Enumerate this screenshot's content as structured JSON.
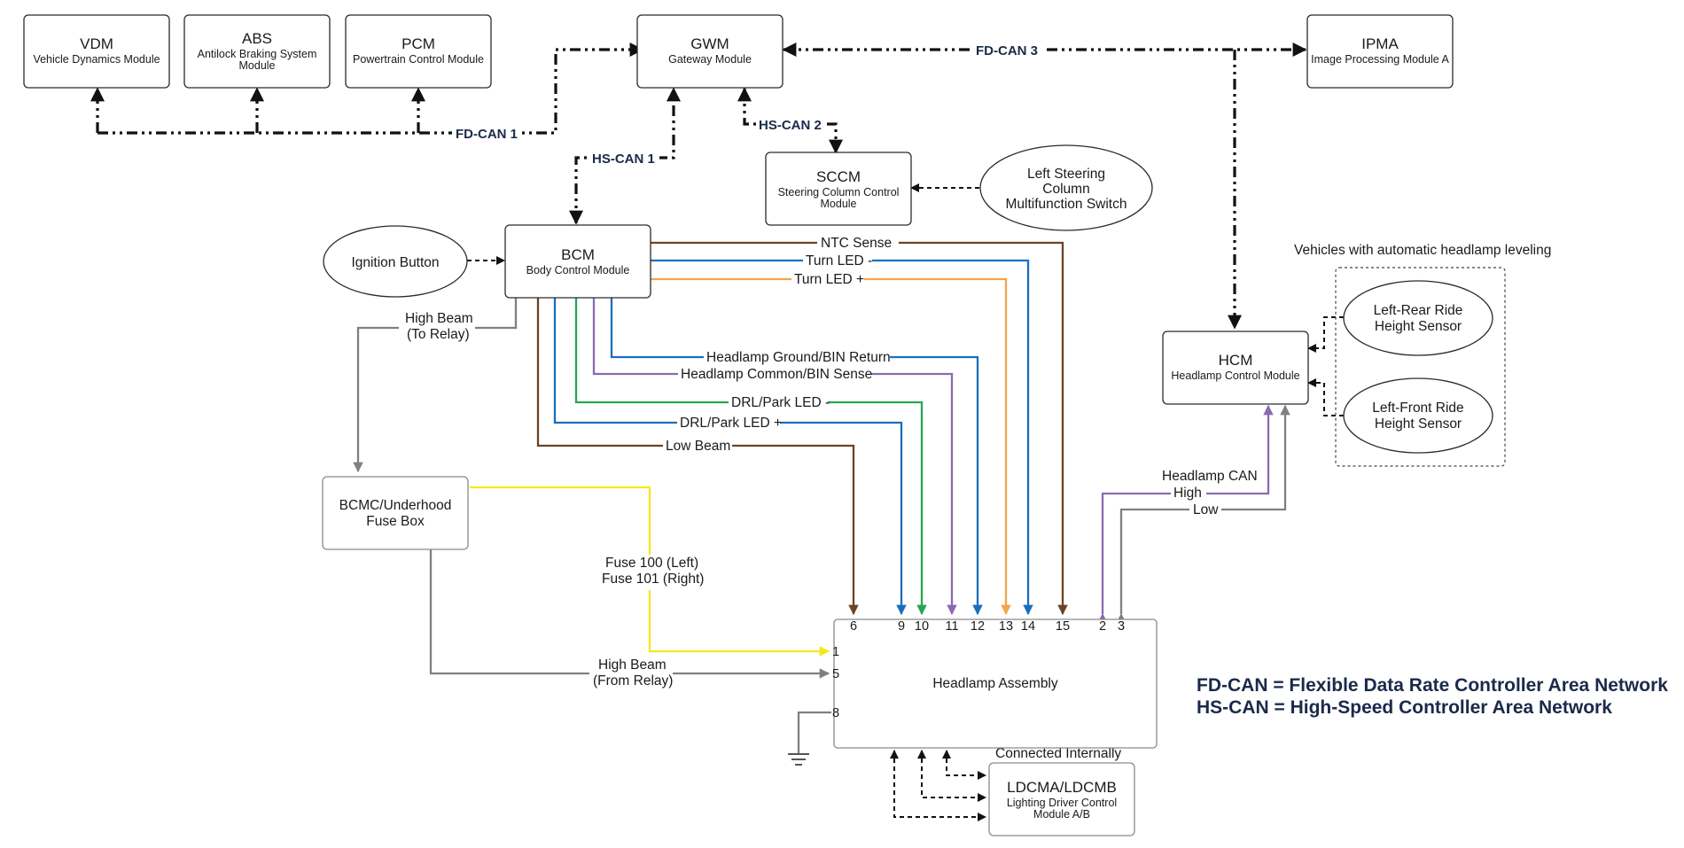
{
  "colors": {
    "brown": "#6b4324",
    "blue": "#1a6fbd",
    "orange": "#f2a54a",
    "green": "#27a650",
    "purple": "#8a6bb0",
    "gray": "#808080",
    "yellow": "#f6e81d",
    "legend": "#1b2a4a"
  },
  "modules": {
    "vdm": {
      "title": "VDM",
      "subtitle": "Vehicle Dynamics Module"
    },
    "abs": {
      "title": "ABS",
      "subtitle1": "Antilock Braking System",
      "subtitle2": "Module"
    },
    "pcm": {
      "title": "PCM",
      "subtitle": "Powertrain Control Module"
    },
    "gwm": {
      "title": "GWM",
      "subtitle": "Gateway Module"
    },
    "ipma": {
      "title": "IPMA",
      "subtitle": "Image Processing Module A"
    },
    "sccm": {
      "title": "SCCM",
      "subtitle1": "Steering Column Control",
      "subtitle2": "Module"
    },
    "bcm": {
      "title": "BCM",
      "subtitle": "Body Control Module"
    },
    "hcm": {
      "title": "HCM",
      "subtitle": "Headlamp Control Module"
    },
    "bcmc": {
      "line1": "BCMC/Underhood",
      "line2": "Fuse Box"
    },
    "headlamp": {
      "title": "Headlamp Assembly"
    },
    "ldcm": {
      "title": "LDCMA/LDCMB",
      "subtitle1": "Lighting Driver Control",
      "subtitle2": "Module A/B"
    }
  },
  "inputs": {
    "ignition": "Ignition Button",
    "steering_switch": {
      "line1": "Left Steering",
      "line2": "Column",
      "line3": "Multifunction Switch"
    },
    "rear_sensor": {
      "line1": "Left-Rear Ride",
      "line2": "Height Sensor"
    },
    "front_sensor": {
      "line1": "Left-Front Ride",
      "line2": "Height Sensor"
    }
  },
  "networks": {
    "fd_can_1": "FD-CAN 1",
    "fd_can_3": "FD-CAN 3",
    "hs_can_1": "HS-CAN 1",
    "hs_can_2": "HS-CAN 2"
  },
  "auto_leveling_label": "Vehicles with automatic headlamp leveling",
  "wires": {
    "ntc_sense": "NTC Sense",
    "turn_led_neg": "Turn LED -",
    "turn_led_pos": "Turn LED +",
    "headlamp_ground": "Headlamp Ground/BIN Return",
    "headlamp_common": "Headlamp Common/BIN Sense",
    "drl_neg": "DRL/Park LED -",
    "drl_pos": "DRL/Park LED +",
    "low_beam": "Low Beam",
    "high_beam_to_relay": {
      "line1": "High Beam",
      "line2": "(To Relay)"
    },
    "high_beam_from_relay": {
      "line1": "High Beam",
      "line2": "(From Relay)"
    },
    "fuse": {
      "line1": "Fuse 100 (Left)",
      "line2": "Fuse 101 (Right)"
    },
    "headlamp_can": "Headlamp CAN",
    "high": "High",
    "low": "Low",
    "connected_internally": "Connected Internally"
  },
  "pins_top": [
    "6",
    "9",
    "10",
    "11",
    "12",
    "13",
    "14",
    "15",
    "2",
    "3"
  ],
  "pins_left": [
    "1",
    "5",
    "8"
  ],
  "legend": {
    "line1": "FD-CAN = Flexible Data Rate Controller Area Network",
    "line2": "HS-CAN = High-Speed Controller Area Network"
  }
}
